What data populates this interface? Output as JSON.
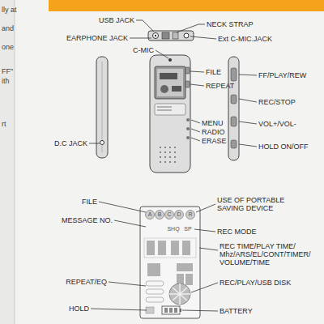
{
  "diagram": {
    "labels": [
      "lly at",
      "and",
      "one",
      "FF\"",
      "ith",
      "rt",
      "USB JACK",
      "NECK STRAP",
      "EARPHONE JACK",
      "Ext C-MIC.JACK",
      "C-MIC",
      "FILE",
      "REPEAT",
      "D.C JACK",
      "MENU",
      "RADIO",
      "ERASE",
      "FF/PLAY/REW",
      "REC/STOP",
      "VOL+/VOL-",
      "HOLD ON/OFF",
      "FILE",
      "USE OF PORTABLE SAVING DEVICE",
      "MESSAGE NO.",
      "REC MODE",
      "REC TIME/PLAY TIME/ Mhz/ARS/EL/CONT/TIMER/ VOLUME/TIME",
      "REC/PLAY/USB DISK",
      "REPEAT/EQ",
      "HOLD",
      "BATTERY",
      "A",
      "B",
      "C",
      "D",
      "R",
      "SHQ",
      "SP"
    ]
  }
}
